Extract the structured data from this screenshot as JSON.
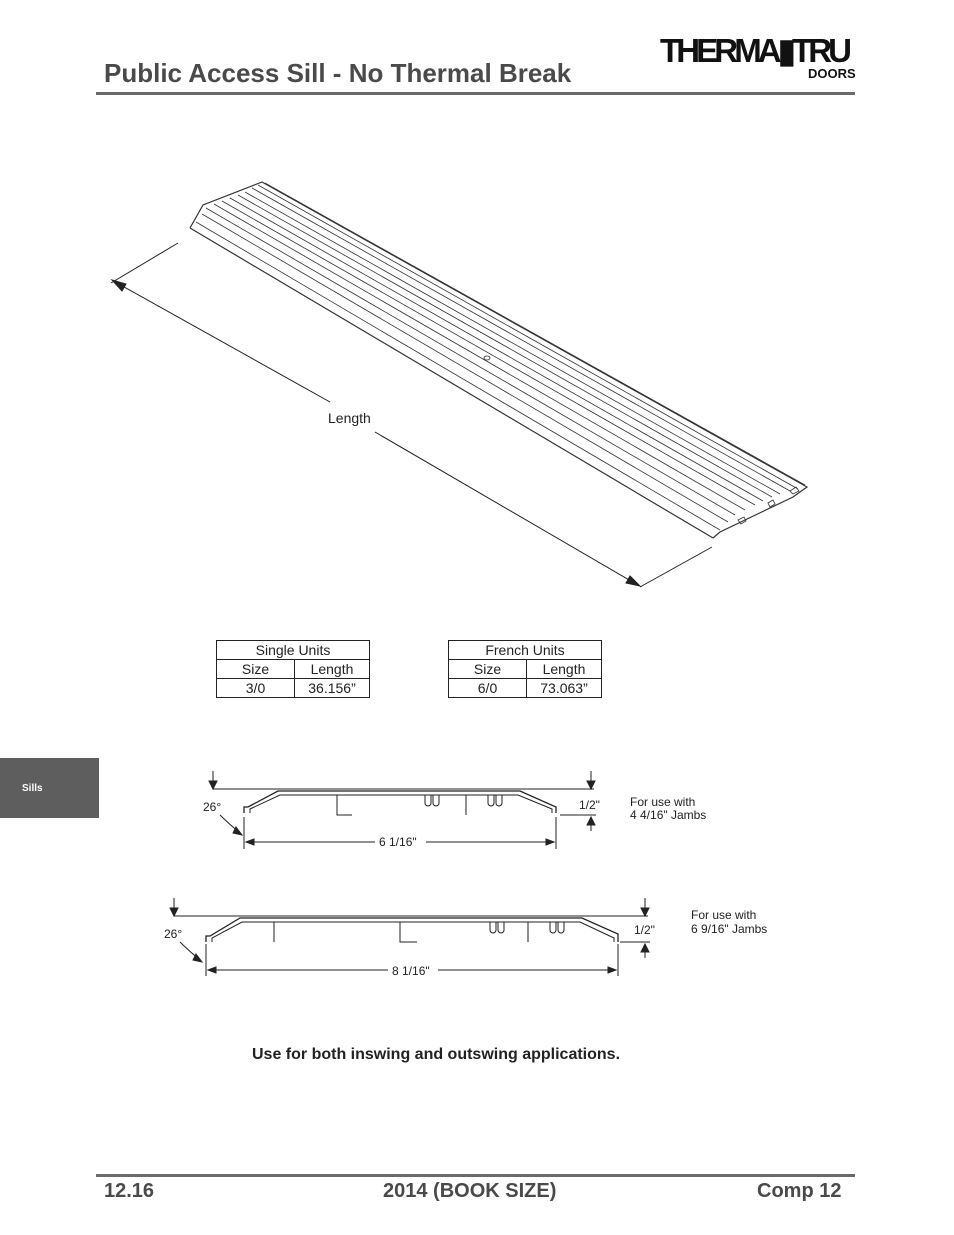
{
  "header": {
    "title": "Public Access Sill - No Thermal Break",
    "logo_main": "THERMA TRU",
    "logo_sub": "DOORS"
  },
  "side_tab": {
    "label": "Sills"
  },
  "drawing": {
    "length_label": "Length"
  },
  "tables": {
    "single": {
      "title": "Single Units",
      "size_header": "Size",
      "length_header": "Length",
      "size": "3/0",
      "length": "36.156”"
    },
    "french": {
      "title": "French Units",
      "size_header": "Size",
      "length_header": "Length",
      "size": "6/0",
      "length": "73.063”"
    }
  },
  "profiles": [
    {
      "angle": "26°",
      "height": "1/2\"",
      "width": "6 1/16\"",
      "note_line1": "For use with",
      "note_line2": "4 4/16\" Jambs"
    },
    {
      "angle": "26°",
      "height": "1/2\"",
      "width": "8 1/16\"",
      "note_line1": "For use with",
      "note_line2": "6 9/16\" Jambs"
    }
  ],
  "note": "Use for both inswing and outswing applications.",
  "footer": {
    "page": "12.16",
    "edition": "2014 (BOOK SIZE)",
    "section": "Comp 12"
  }
}
